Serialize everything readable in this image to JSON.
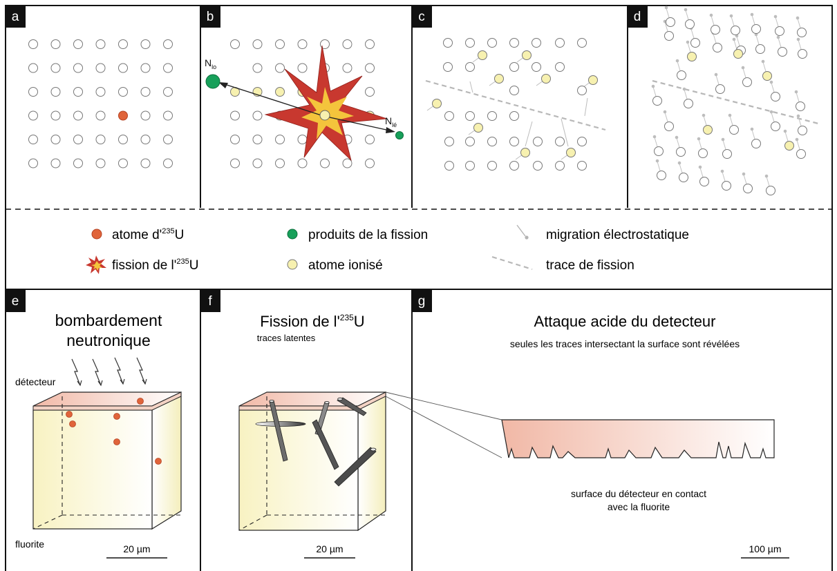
{
  "panels": {
    "a": {
      "label": "a"
    },
    "b": {
      "label": "b",
      "n_lo": "N",
      "n_lo_sub": "lo",
      "n_le": "N",
      "n_le_sub": "lé"
    },
    "c": {
      "label": "c"
    },
    "d": {
      "label": "d"
    },
    "e": {
      "label": "e",
      "title_line1": "bombardement",
      "title_line2": "neutronique",
      "detecteur_label": "détecteur",
      "fluorite_label": "fluorite",
      "scale": "20 µm"
    },
    "f": {
      "label": "f",
      "title_pre": "Fission de l'",
      "title_sup": "235",
      "title_post": "U",
      "subtitle": "traces latentes",
      "scale": "20 µm"
    },
    "g": {
      "label": "g",
      "title": "Attaque acide du detecteur",
      "subtitle": "seules les traces intersectant la surface sont révélées",
      "caption_line1": "surface du détecteur en contact",
      "caption_line2": "avec la fluorite",
      "scale": "100 µm"
    }
  },
  "legend": {
    "u235_pre": "atome d'",
    "u235_sup": "235",
    "u235_post": "U",
    "fission_pre": "fission de l'",
    "fission_sup": "235",
    "fission_post": "U",
    "products": "produits de la fission",
    "ionised": "atome ionisé",
    "migration": "migration électrostatique",
    "trace": "trace de fission"
  },
  "colors": {
    "uranium": "#e0643a",
    "product": "#17a05a",
    "ionised": "#f7f1b0",
    "star_outer": "#c8382f",
    "star_inner": "#f4c43c",
    "detector": "#f2c0b0",
    "fluorite": "#f6f0c4"
  }
}
